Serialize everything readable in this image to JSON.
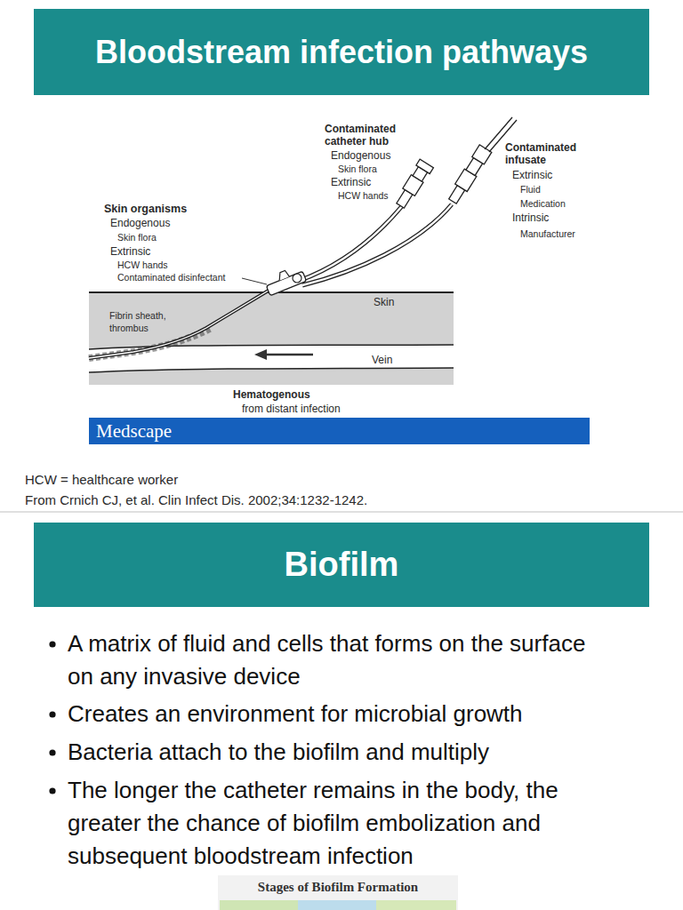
{
  "diagram": {
    "nodes": [
      {
        "text": [
          "Bloodstream infection pathways"
        ]
      },
      {
        "text": [
          "Medscape"
        ]
      },
      {
        "text": [
          "Biofilm"
        ]
      }
    ],
    "labels": [
      "Contaminated catheter hub",
      "Endogenous",
      "Skin flora",
      "Extrinsic",
      "HCW hands",
      "Contaminated infusate",
      "Extrinsic",
      "Fluid",
      "Medication",
      "Intrinsic",
      "Manufacturer",
      "Skin organisms",
      "Endogenous",
      "Skin flora",
      "Extrinsic",
      "HCW hands",
      "Contaminated disinfectant",
      "Skin",
      "Fibrin sheath, thrombus",
      "Vein",
      "Hematogenous",
      "from distant infection",
      "HCW = healthcare worker",
      "From Crnich CJ, et al. Clin Infect Dis. 2002;34:1232-1242.",
      "A matrix of fluid and cells that forms on the surface on any invasive device",
      "Creates an environment for microbial growth",
      "Bacteria attach to the biofilm and multiply",
      "The longer the catheter remains in the body, the greater the chance of biofilm embolization and subsequent bloodstream infection",
      "Stages of Biofilm Formation"
    ]
  }
}
